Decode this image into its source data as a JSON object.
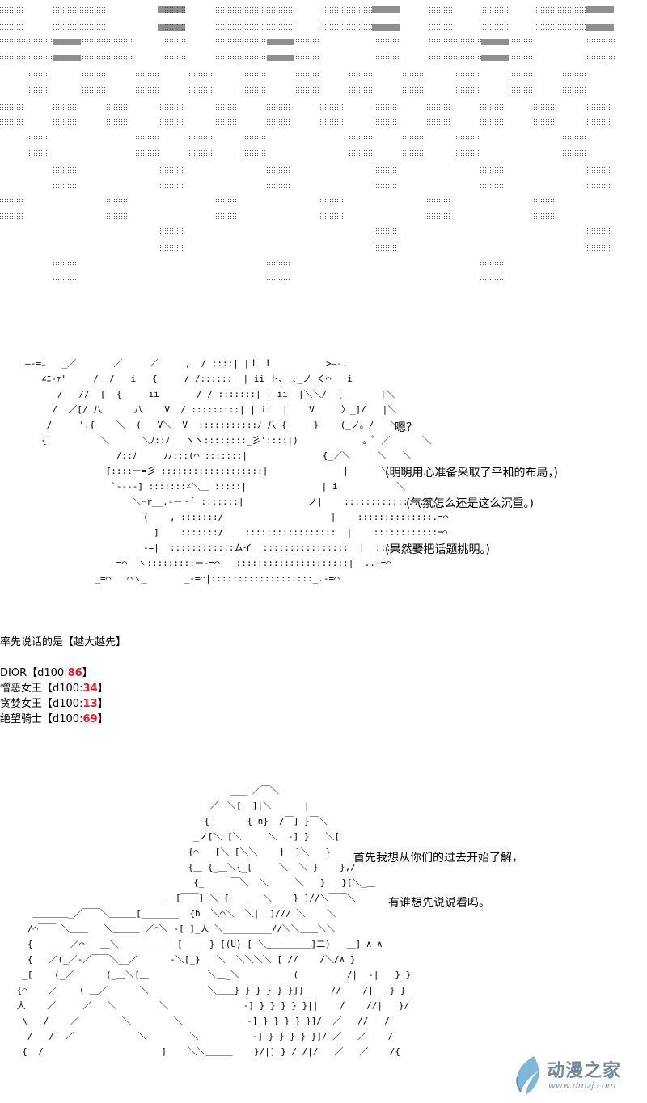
{
  "scene1": {
    "speech": "嗯？",
    "thought1": "(明明用心准备采取了平和的布局，)",
    "thought2": "(气氛怎么还是这么沉重。)",
    "thought3": "(果然要把话题挑明。)"
  },
  "roll": {
    "header": "率先说话的是【越大越先】",
    "entries": [
      {
        "name": "DIOR",
        "expr": "d100:",
        "value": "86"
      },
      {
        "name": "憎恶女王",
        "expr": "d100:",
        "value": "34"
      },
      {
        "name": "贪婪女王",
        "expr": "d100:",
        "value": "13"
      },
      {
        "name": "绝望骑士",
        "expr": "d100:",
        "value": "69"
      }
    ]
  },
  "scene2": {
    "line1": "首先我想从你们的过去开始了解，",
    "line2": "有谁想先说说看吗。"
  },
  "watermark": {
    "text": "动漫之家",
    "url": "www.dmzj.com"
  },
  "colors": {
    "dice": "#e31b23",
    "watermark": "#6f8a9a"
  }
}
